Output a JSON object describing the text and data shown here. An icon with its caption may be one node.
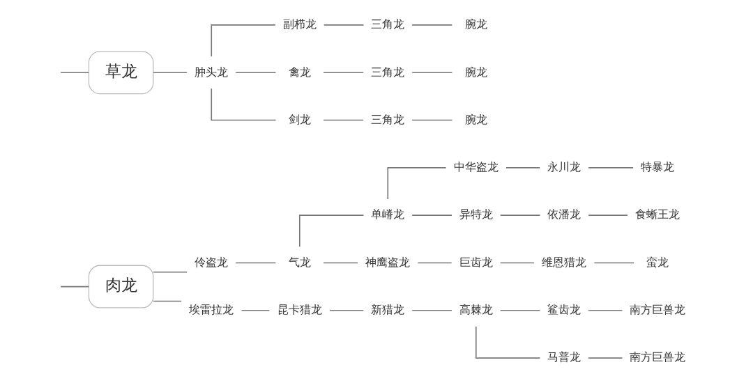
{
  "diagram": {
    "nodes": [
      {
        "text": [
          "肉龙"
        ]
      },
      {
        "text": [
          "伶盗龙"
        ]
      },
      {
        "text": [
          "气龙"
        ]
      },
      {
        "text": [
          "单嵴龙"
        ]
      },
      {
        "text": [
          "中华盗龙"
        ]
      },
      {
        "text": [
          "永川龙"
        ]
      },
      {
        "text": [
          "特暴龙"
        ]
      },
      {
        "text": [
          "异特龙"
        ]
      },
      {
        "text": [
          "依潘龙"
        ]
      },
      {
        "text": [
          "食蜥王龙"
        ]
      },
      {
        "text": [
          "神鹰盗龙"
        ]
      },
      {
        "text": [
          "巨齿龙"
        ]
      },
      {
        "text": [
          "维恩猎龙"
        ]
      },
      {
        "text": [
          "蛮龙"
        ]
      },
      {
        "text": [
          "埃雷拉龙"
        ]
      },
      {
        "text": [
          "昆卡猎龙"
        ]
      },
      {
        "text": [
          "新猎龙"
        ]
      },
      {
        "text": [
          "高棘龙"
        ]
      },
      {
        "text": [
          "鲨齿龙"
        ]
      },
      {
        "text": [
          "南方巨兽龙"
        ]
      },
      {
        "text": [
          "马普龙"
        ]
      },
      {
        "text": [
          "南方巨兽龙"
        ]
      },
      {
        "text": [
          "草龙"
        ]
      },
      {
        "text": [
          "肿头龙"
        ]
      },
      {
        "text": [
          "副栉龙"
        ]
      },
      {
        "text": [
          "三角龙"
        ]
      },
      {
        "text": [
          "腕龙"
        ]
      },
      {
        "text": [
          "禽龙"
        ]
      },
      {
        "text": [
          "三角龙"
        ]
      },
      {
        "text": [
          "腕龙"
        ]
      },
      {
        "text": [
          "剑龙"
        ]
      },
      {
        "text": [
          "三角龙"
        ]
      },
      {
        "text": [
          "腕龙"
        ]
      }
    ],
    "edges": [
      {
        "from": null,
        "to": 0,
        "arrow": "none"
      },
      {
        "from": 0,
        "to": 1,
        "arrow": "none"
      },
      {
        "from": 0,
        "to": 14,
        "arrow": "none"
      },
      {
        "from": 1,
        "to": 2,
        "arrow": "none"
      },
      {
        "from": 2,
        "to": 3,
        "arrow": "none"
      },
      {
        "from": 2,
        "to": 10,
        "arrow": "none"
      },
      {
        "from": 3,
        "to": 4,
        "arrow": "none"
      },
      {
        "from": 3,
        "to": 7,
        "arrow": "none"
      },
      {
        "from": 4,
        "to": 5,
        "arrow": "none"
      },
      {
        "from": 5,
        "to": 6,
        "arrow": "none"
      },
      {
        "from": 7,
        "to": 8,
        "arrow": "none"
      },
      {
        "from": 8,
        "to": 9,
        "arrow": "none"
      },
      {
        "from": 10,
        "to": 11,
        "arrow": "none"
      },
      {
        "from": 11,
        "to": 12,
        "arrow": "none"
      },
      {
        "from": 12,
        "to": 13,
        "arrow": "none"
      },
      {
        "from": 14,
        "to": 15,
        "arrow": "none"
      },
      {
        "from": 15,
        "to": 16,
        "arrow": "none"
      },
      {
        "from": 16,
        "to": 17,
        "arrow": "none"
      },
      {
        "from": 17,
        "to": 18,
        "arrow": "none"
      },
      {
        "from": 17,
        "to": 20,
        "arrow": "none"
      },
      {
        "from": 18,
        "to": 19,
        "arrow": "none"
      },
      {
        "from": 20,
        "to": 21,
        "arrow": "none"
      },
      {
        "from": null,
        "to": 22,
        "arrow": "none"
      },
      {
        "from": 22,
        "to": 23,
        "arrow": "none"
      },
      {
        "from": 23,
        "to": 24,
        "arrow": "none"
      },
      {
        "from": 23,
        "to": 27,
        "arrow": "none"
      },
      {
        "from": 23,
        "to": 30,
        "arrow": "none"
      },
      {
        "from": 24,
        "to": 25,
        "arrow": "none"
      },
      {
        "from": 25,
        "to": 26,
        "arrow": "none"
      },
      {
        "from": 27,
        "to": 28,
        "arrow": "none"
      },
      {
        "from": 28,
        "to": 29,
        "arrow": "none"
      },
      {
        "from": 30,
        "to": 31,
        "arrow": "none"
      },
      {
        "from": 31,
        "to": 32,
        "arrow": "none"
      }
    ]
  }
}
